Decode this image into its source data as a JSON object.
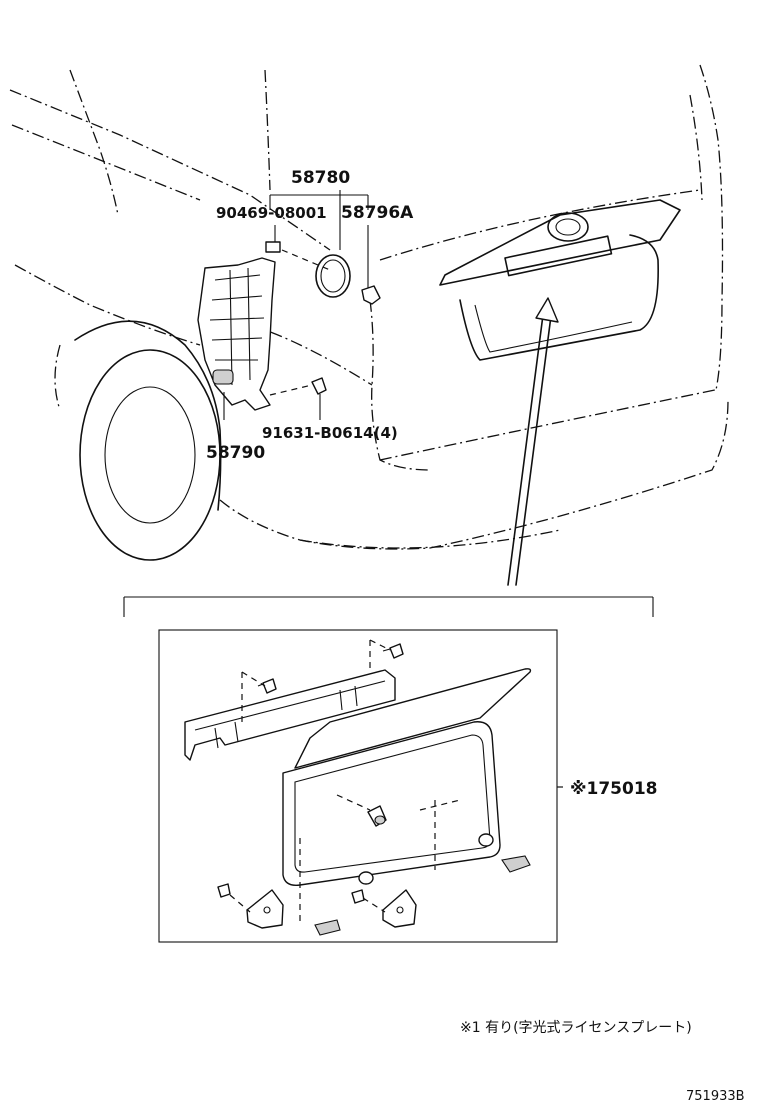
{
  "callouts": {
    "group_58780": "58780",
    "clip_90469": "90469-08001",
    "cap_58796A": "58796A",
    "bracket_58790": "58790",
    "screw_91631": "91631-B0614(4)",
    "plate_175018": "※175018"
  },
  "footnote": "※1 有り(字光式ライセンスプレート)",
  "figure_code": "751933B"
}
